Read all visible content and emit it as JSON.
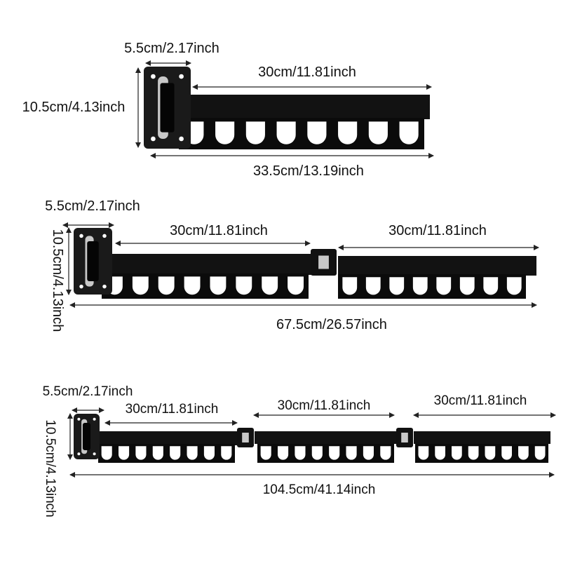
{
  "colors": {
    "rack": "#121212",
    "bracket": "#1a1a1a",
    "hole": "#ffffff",
    "hinge": "#c8c8c8",
    "dimension": "#222222"
  },
  "diagrams": [
    {
      "name": "single-arm",
      "bracket_width": "5.5cm/2.17inch",
      "height": "10.5cm/4.13inch",
      "arm_lengths": [
        "30cm/11.81inch"
      ],
      "total_length": "33.5cm/13.19inch"
    },
    {
      "name": "double-arm",
      "bracket_width": "5.5cm/2.17inch",
      "height": "10.5cm/4.13inch",
      "arm_lengths": [
        "30cm/11.81inch",
        "30cm/11.81inch"
      ],
      "total_length": "67.5cm/26.57inch"
    },
    {
      "name": "triple-arm",
      "bracket_width": "5.5cm/2.17inch",
      "height": "10.5cm/4.13inch",
      "arm_lengths": [
        "30cm/11.81inch",
        "30cm/11.81inch",
        "30cm/11.81inch"
      ],
      "total_length": "104.5cm/41.14inch"
    }
  ]
}
